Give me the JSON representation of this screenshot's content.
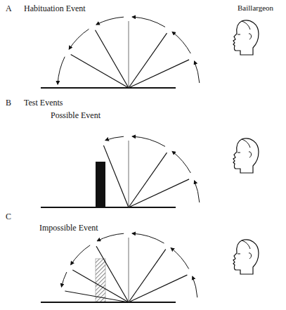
{
  "diagram": {
    "labels": [
      "A",
      "Habituation Event",
      "Baillargeon",
      "B",
      "Test Events",
      "Possible Event",
      "C",
      "Impossible Event"
    ]
  }
}
